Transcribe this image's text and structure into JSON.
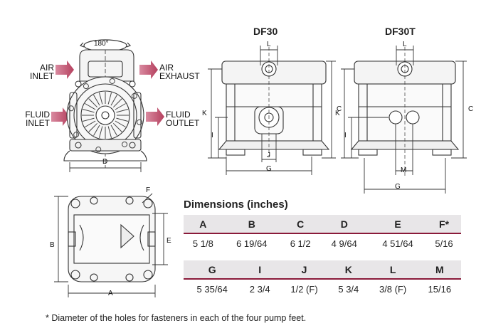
{
  "front_view": {
    "rotation_label": "180°",
    "air_inlet": [
      "AIR",
      "INLET"
    ],
    "air_exhaust": [
      "AIR",
      "EXHAUST"
    ],
    "fluid_inlet": [
      "FLUID",
      "INLET"
    ],
    "fluid_outlet": [
      "FLUID",
      "OUTLET"
    ],
    "dim_d": "D"
  },
  "df30": {
    "title": "DF30",
    "dim_l": "L",
    "dim_k": "K",
    "dim_i": "I",
    "dim_c": "C",
    "dim_j": "J",
    "dim_g": "G"
  },
  "df30t": {
    "title": "DF30T",
    "dim_l": "L",
    "dim_k": "K",
    "dim_i": "I",
    "dim_c": "C",
    "dim_m": "M",
    "dim_g": "G"
  },
  "top_view": {
    "dim_f": "F",
    "dim_b": "B",
    "dim_e": "E",
    "dim_a": "A"
  },
  "dimensions": {
    "title": "Dimensions (inches)",
    "row1": {
      "headers": [
        "A",
        "B",
        "C",
        "D",
        "E",
        "F*"
      ],
      "values": [
        "5 1/8",
        "6 19/64",
        "6 1/2",
        "4 9/64",
        "4 51/64",
        "5/16"
      ]
    },
    "row2": {
      "headers": [
        "G",
        "I",
        "J",
        "K",
        "L",
        "M"
      ],
      "values": [
        "5 35/64",
        "2 3/4",
        "1/2 (F)",
        "5 3/4",
        "3/8 (F)",
        "15/16"
      ]
    }
  },
  "footnote": "* Diameter of the holes for fasteners in each of the four pump feet.",
  "colors": {
    "accent": "#8a1a3a",
    "arrow": "#c9607a",
    "header_bg": "#e8e6e8",
    "line": "#333333"
  }
}
